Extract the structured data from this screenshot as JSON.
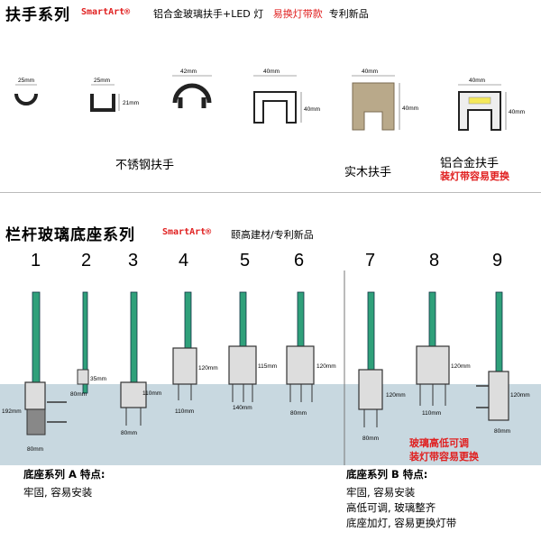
{
  "top": {
    "title": "扶手系列",
    "brand": "SmartArt®",
    "desc1": "铝合金玻璃扶手+LED 灯",
    "desc_red": "易换灯带款",
    "desc2": "专利新品",
    "dims": [
      "25mm",
      "25mm",
      "21mm",
      "42mm",
      "40mm",
      "40mm",
      "40mm",
      "40mm",
      "40mm",
      "40mm"
    ],
    "label_stainless": "不锈钢扶手",
    "label_wood": "实木扶手",
    "label_alu": "铝合金扶手",
    "label_alu_red": "装灯带容易更换"
  },
  "bottom": {
    "title": "栏杆玻璃底座系列",
    "brand": "SmartArt®",
    "desc": "颐高建材/专利新品",
    "numbers": [
      "1",
      "2",
      "3",
      "4",
      "5",
      "6",
      "7",
      "8",
      "9"
    ],
    "dims": [
      "192mm",
      "80mm",
      "35mm",
      "80mm",
      "110mm",
      "80mm",
      "120mm",
      "110mm",
      "115mm",
      "140mm",
      "120mm",
      "80mm",
      "120mm",
      "110mm",
      "120mm",
      "80mm",
      "80mm"
    ],
    "red_note_1": "玻璃高低可调",
    "red_note_2": "装灯带容易更换",
    "series_a_title": "底座系列 A 特点:",
    "series_a_lines": [
      "牢固, 容易安装"
    ],
    "series_b_title": "底座系列 B 特点:",
    "series_b_lines": [
      "牢固, 容易安装",
      "高低可调, 玻璃整齐",
      "底座加灯, 容易更换灯带"
    ]
  },
  "colors": {
    "glass": "#2fa07a",
    "floor": "#c8d8e0",
    "red": "#e02020",
    "wood": "#b9a98a"
  }
}
